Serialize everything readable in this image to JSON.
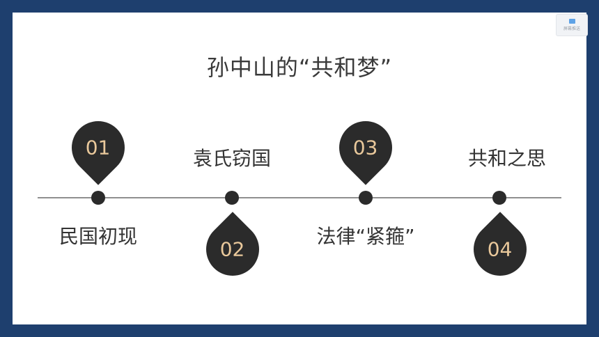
{
  "title": "孙中山的“共和梦”",
  "toolbar": {
    "cast_label": "屏幕推送",
    "cast_icon": "screen-cast-icon"
  },
  "timeline": {
    "items": [
      {
        "number": "01",
        "label": "民国初现"
      },
      {
        "number": "02",
        "label": "袁氏窃国"
      },
      {
        "number": "03",
        "label": "法律“紧箍”"
      },
      {
        "number": "04",
        "label": "共和之思"
      }
    ]
  },
  "colors": {
    "frame": "#1e3f6e",
    "pin": "#2b2b2b",
    "number": "#e9c89b",
    "line": "#8f8f8f"
  }
}
